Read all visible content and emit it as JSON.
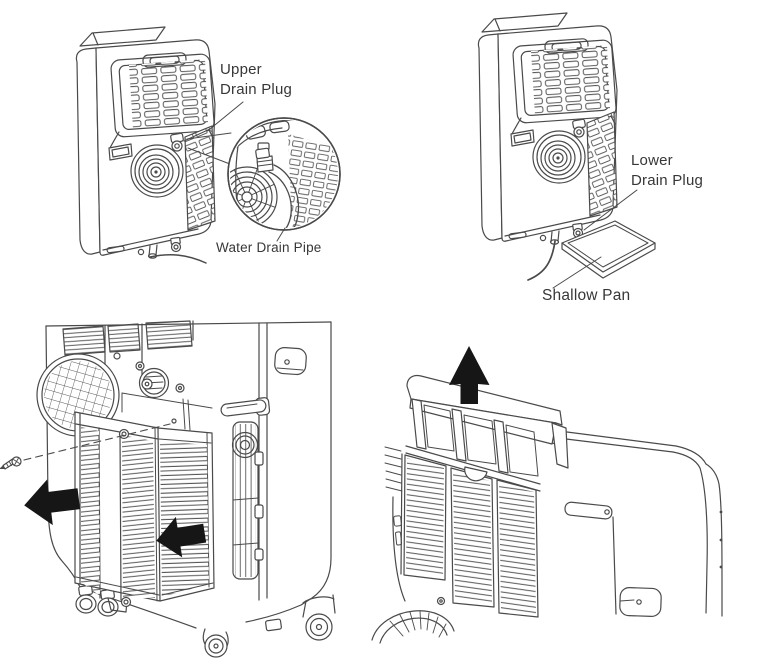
{
  "figure": {
    "background_color": "#ffffff",
    "line_color": "#4a4a4a",
    "arrow_color": "#161616",
    "label_color": "#373737"
  },
  "panels": {
    "upper_drain": {
      "plug_label": "Upper\nDrain Plug",
      "pipe_label": "Water Drain Pipe",
      "icons": [
        "magnifier-detail-circle"
      ]
    },
    "lower_drain": {
      "plug_label": "Lower\nDrain Plug",
      "pan_label": "Shallow Pan"
    },
    "grille_removal": {
      "icons": [
        "left-arrow",
        "left-arrow",
        "screw"
      ]
    },
    "filter_removal": {
      "icons": [
        "up-arrow"
      ]
    }
  }
}
